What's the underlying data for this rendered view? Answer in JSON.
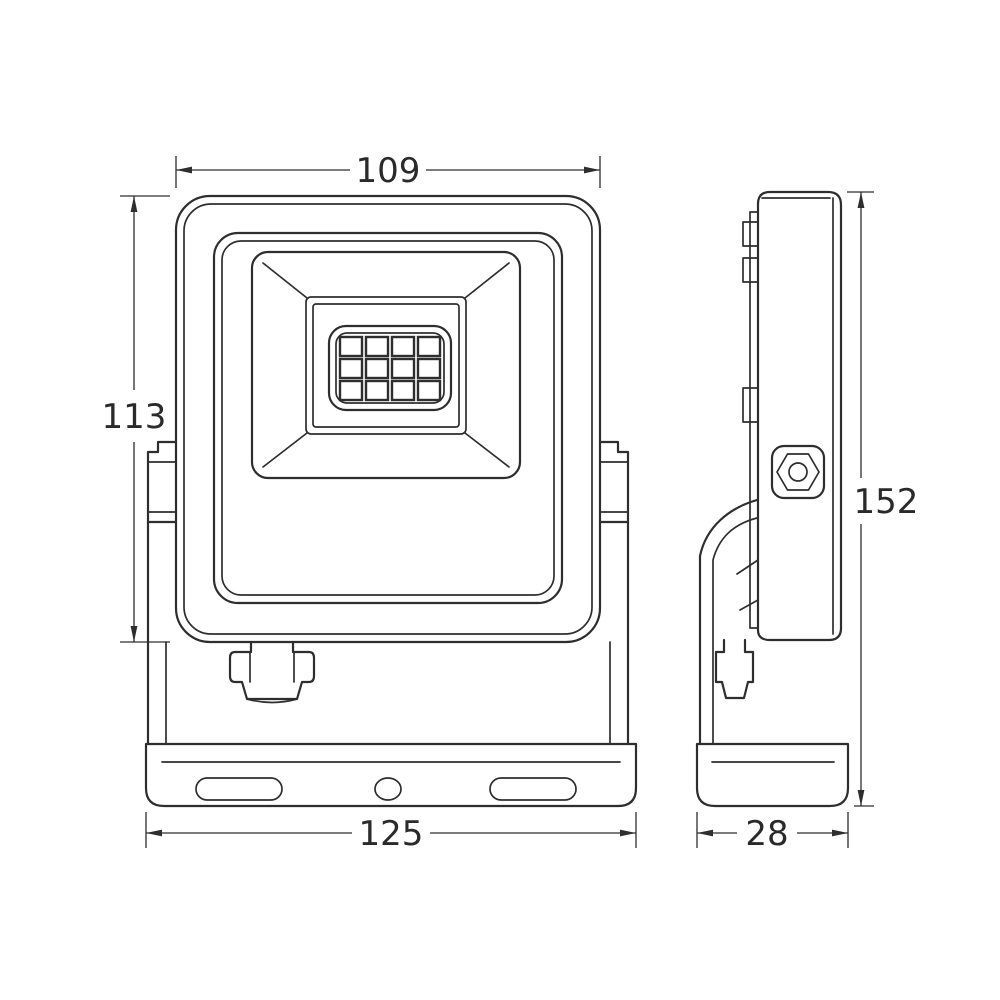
{
  "drawing": {
    "kind": "technical dimension drawing",
    "background_color": "#ffffff",
    "line_color": "#2e2e2e",
    "views": {
      "front": {
        "name": "front view"
      },
      "side": {
        "name": "side view"
      }
    },
    "dimensions": {
      "front_top_width": "109",
      "front_left_height": "113",
      "front_bottom_width": "125",
      "side_right_height": "152",
      "side_bottom_depth": "28"
    }
  }
}
